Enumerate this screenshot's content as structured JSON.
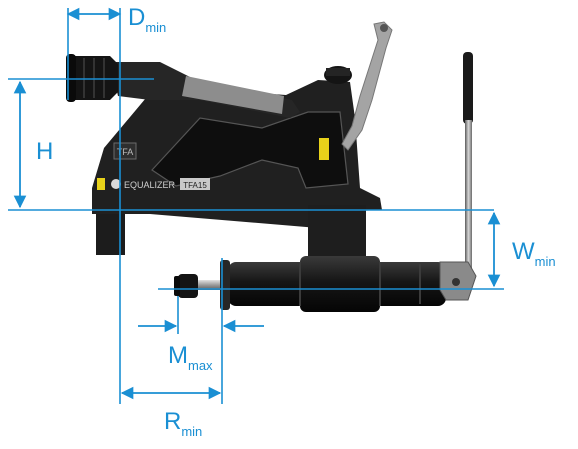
{
  "colors": {
    "dimension_line": "#1a8fd3",
    "tool_body": "#1e1e1e",
    "tool_dark": "#111111",
    "metal": "#a9a9a9",
    "warning_yellow": "#e8d21a"
  },
  "product": {
    "brand": "EQUALIZER",
    "model": "TFA15"
  },
  "dimensions": [
    {
      "id": "d-min",
      "letter": "D",
      "sub": "min"
    },
    {
      "id": "h",
      "letter": "H",
      "sub": ""
    },
    {
      "id": "w-min",
      "letter": "W",
      "sub": "min"
    },
    {
      "id": "m-max",
      "letter": "M",
      "sub": "max"
    },
    {
      "id": "r-min",
      "letter": "R",
      "sub": "min"
    }
  ]
}
